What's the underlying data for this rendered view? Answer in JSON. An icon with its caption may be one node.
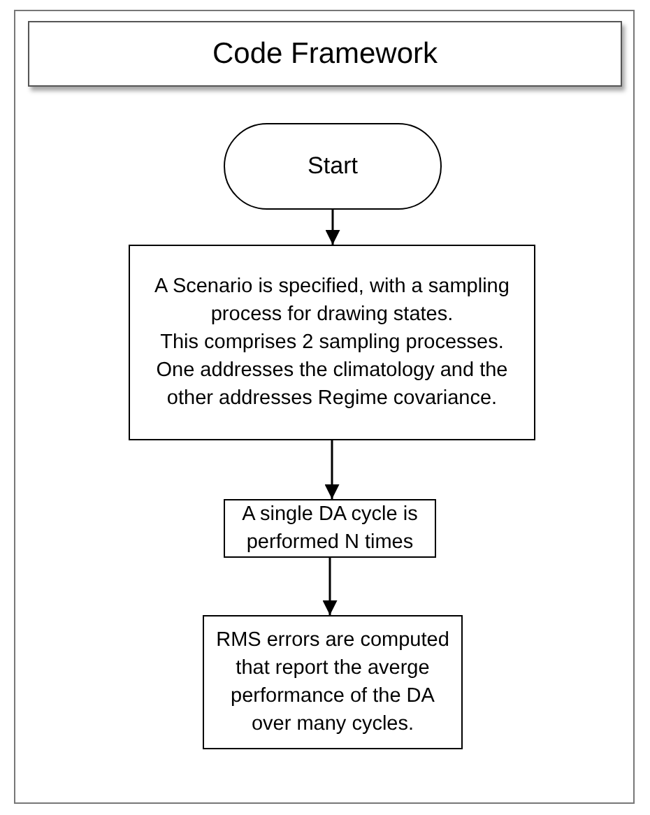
{
  "diagram": {
    "nodes": [
      {
        "text": [
          "Code Framework"
        ]
      },
      {
        "text": [
          "Start"
        ]
      },
      {
        "text": [
          "A Scenario is specified, with a sampling process for drawing states.",
          "This comprises 2 sampling processes.",
          "One addresses the climatology and the other addresses Regime covariance."
        ]
      },
      {
        "text": [
          "A single DA cycle is performed N times"
        ]
      },
      {
        "text": [
          "RMS errors are computed that report the averge performance of the DA over many cycles."
        ]
      }
    ],
    "edges": [
      {
        "from": 1,
        "to": 2,
        "arrow": "to"
      },
      {
        "from": 2,
        "to": 3,
        "arrow": "to"
      },
      {
        "from": 3,
        "to": 4,
        "arrow": "to"
      }
    ]
  }
}
